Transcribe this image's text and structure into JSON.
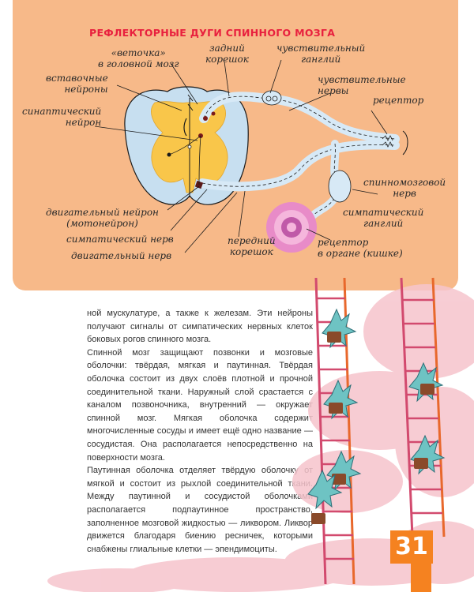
{
  "diagram": {
    "title": "РЕФЛЕКТОРНЫЕ ДУГИ СПИННОГО МОЗГА",
    "labels": {
      "branch_brain": "«веточка»\nв головной мозг",
      "interneurons": "вставочные\nнейроны",
      "synaptic_neuron": "синаптический\nнейрон",
      "motor_neuron": "двигательный нейрон\n(мотонейрон)",
      "sympathetic_nerve": "симпатический нерв",
      "motor_nerve": "двигательный нерв",
      "dorsal_root": "задний\nкорешок",
      "sensory_ganglion": "чувствительный\nганглий",
      "sensory_nerves": "чувствительные\nнервы",
      "receptor": "рецептор",
      "spinal_nerve": "спинномозговой\nнерв",
      "sympathetic_ganglion": "симпатический\nганглий",
      "ventral_root": "передний\nкорешок",
      "organ_receptor": "рецептор\nв органе (кишке)"
    }
  },
  "text": {
    "paragraphs": [
      "ной мускулатуре, а также к железам. Эти нейроны получают сигналы от симпатических нервных клеток боковых рогов спинного мозга.",
      "Спинной мозг защищают позвонки и мозговые оболочки: твёрдая, мягкая и паутинная. Твёрдая оболочка состоит из двух слоёв плотной и прочной соединительной ткани. Наружный слой срастается с каналом позвоночника, внутренний — окружает спинной мозг. Мягкая оболочка содержит многочисленные сосуды и имеет ещё одно название — сосудистая. Она располагается непосредственно на поверхности мозга.",
      "Паутинная оболочка отделяет твёрдую оболочку от мягкой и состоит из рыхлой соединительной ткани. Между паутинной и сосудистой оболочками располагается подпаутинное пространство, заполненное мозговой жидкостью — ликвором. Ликвор движется благодаря биению ресничек, которыми снабжены глиальные клетки — эпендимоциты."
    ]
  },
  "page_number": "31",
  "colors": {
    "panel": "#f7b989",
    "title": "#e8203e",
    "cord": "#c7dff0",
    "grey_matter": "#f9c64a",
    "nerve": "#d7e9f6",
    "page_tab": "#f58220"
  }
}
